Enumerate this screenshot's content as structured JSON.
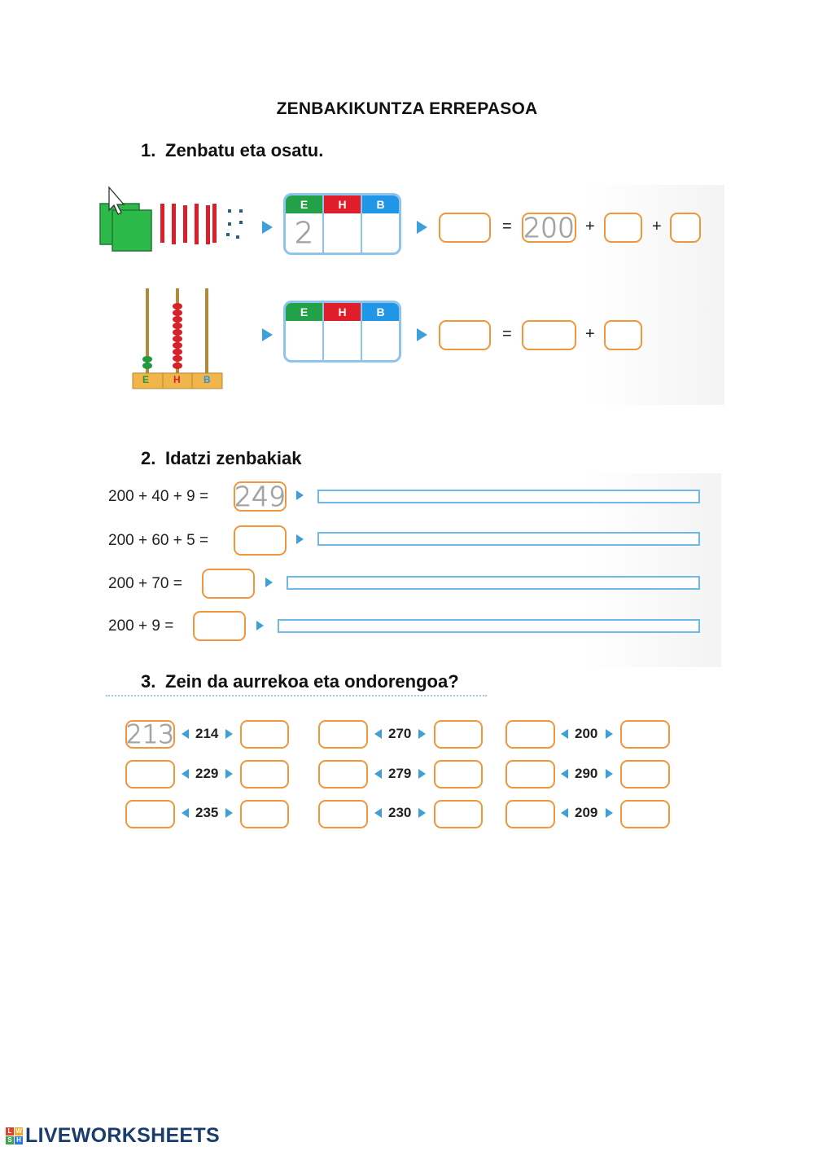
{
  "title": "ZENBAKIKUNTZA ERREPASOA",
  "ex1": {
    "number": "1.",
    "heading": "Zenbatu eta osatu.",
    "col_labels": [
      "E",
      "H",
      "B"
    ],
    "row1": {
      "ehb_values": [
        "2",
        "",
        ""
      ],
      "equals": "=",
      "given": "200",
      "plus": "+"
    },
    "row2": {
      "ehb_values": [
        "",
        "",
        ""
      ],
      "equals": "=",
      "plus": "+"
    },
    "abacus_labels": [
      "E",
      "H",
      "B"
    ]
  },
  "ex2": {
    "number": "2.",
    "heading": "Idatzi zenbakiak",
    "rows": [
      {
        "expr": "200 + 40 + 9 =",
        "answer": "249"
      },
      {
        "expr": "200 + 60 + 5 =",
        "answer": ""
      },
      {
        "expr": "200 + 70 =",
        "answer": ""
      },
      {
        "expr": "200 + 9 =",
        "answer": ""
      }
    ]
  },
  "ex3": {
    "number": "3.",
    "heading": "Zein da aurrekoa eta ondorengoa?",
    "numbers": [
      [
        "214",
        "270",
        "200"
      ],
      [
        "229",
        "279",
        "290"
      ],
      [
        "235",
        "230",
        "209"
      ]
    ],
    "first_answer": "213"
  },
  "footer": {
    "brand": "LIVEWORKSHEETS",
    "logo_letters": [
      "L",
      "W",
      "S",
      "H"
    ]
  },
  "colors": {
    "box_border": "#f0963c",
    "arrow": "#3f9fd8",
    "e": "#23a149",
    "h": "#e01e2a",
    "b": "#2196e6"
  }
}
